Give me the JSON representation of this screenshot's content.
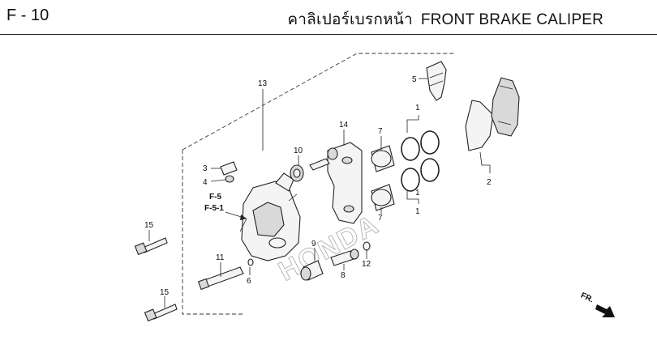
{
  "header": {
    "page_code": "F - 10",
    "title_th": "คาลิเปอร์เบรกหน้า",
    "title_en": "FRONT BRAKE CALIPER"
  },
  "watermark": "HONDA",
  "direction_label": "FR.",
  "ref_labels": [
    "F-5",
    "F-5-1"
  ],
  "callouts": [
    "13",
    "5",
    "1",
    "1",
    "1",
    "2",
    "14",
    "7",
    "7",
    "10",
    "3",
    "4",
    "15",
    "15",
    "11",
    "6",
    "9",
    "8",
    "12"
  ]
}
